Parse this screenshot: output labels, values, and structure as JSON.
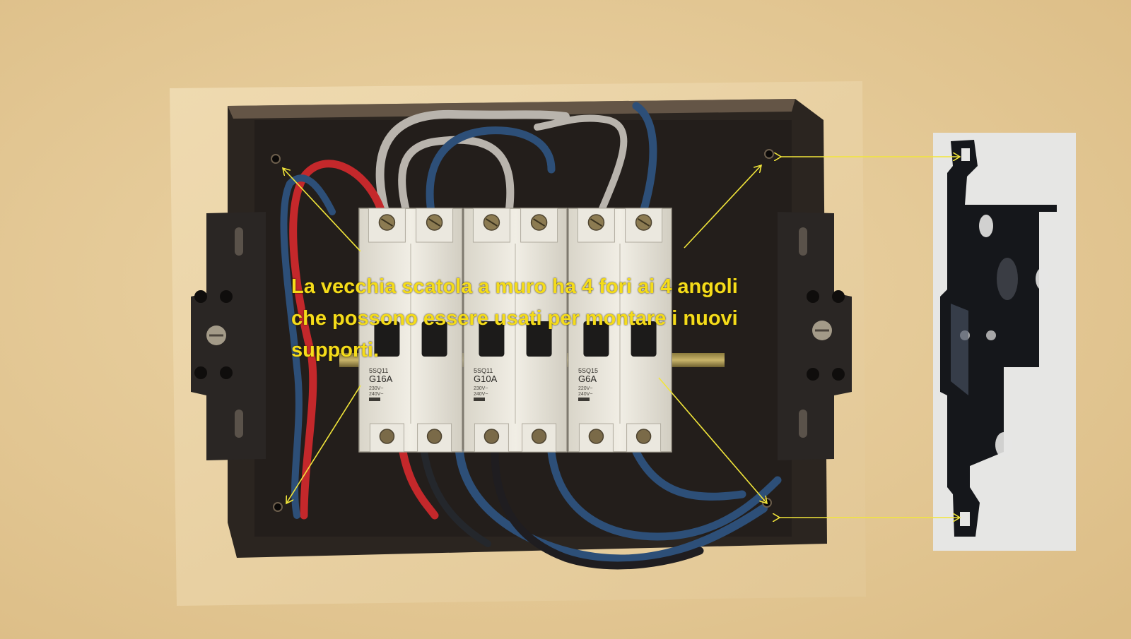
{
  "annotation": {
    "lines": [
      "La vecchia scatola a muro ha 4 fori ai 4 angoli",
      "che possono essere usati per montare i nuovi",
      "supporti."
    ],
    "color": "#f5dc1a",
    "arrow_color": "#f2e63a"
  },
  "breakers": [
    {
      "model": "5SQ11",
      "rating": "G16A",
      "voltage_1": "230V~",
      "voltage_2": "240V~"
    },
    {
      "model": "5SQ11",
      "rating": "G10A",
      "voltage_1": "230V~",
      "voltage_2": "240V~"
    },
    {
      "model": "5SQ15",
      "rating": "G6A",
      "voltage_1": "220V~",
      "voltage_2": "240V~"
    }
  ],
  "colors": {
    "wall": "#e8cfa0",
    "box_interior": "#2b2520",
    "breaker_body": "#e9e6dc",
    "wire_red": "#c4282b",
    "wire_blue": "#2d4f78",
    "wire_grey": "#b9b4ad",
    "bracket": "#2a2624"
  }
}
